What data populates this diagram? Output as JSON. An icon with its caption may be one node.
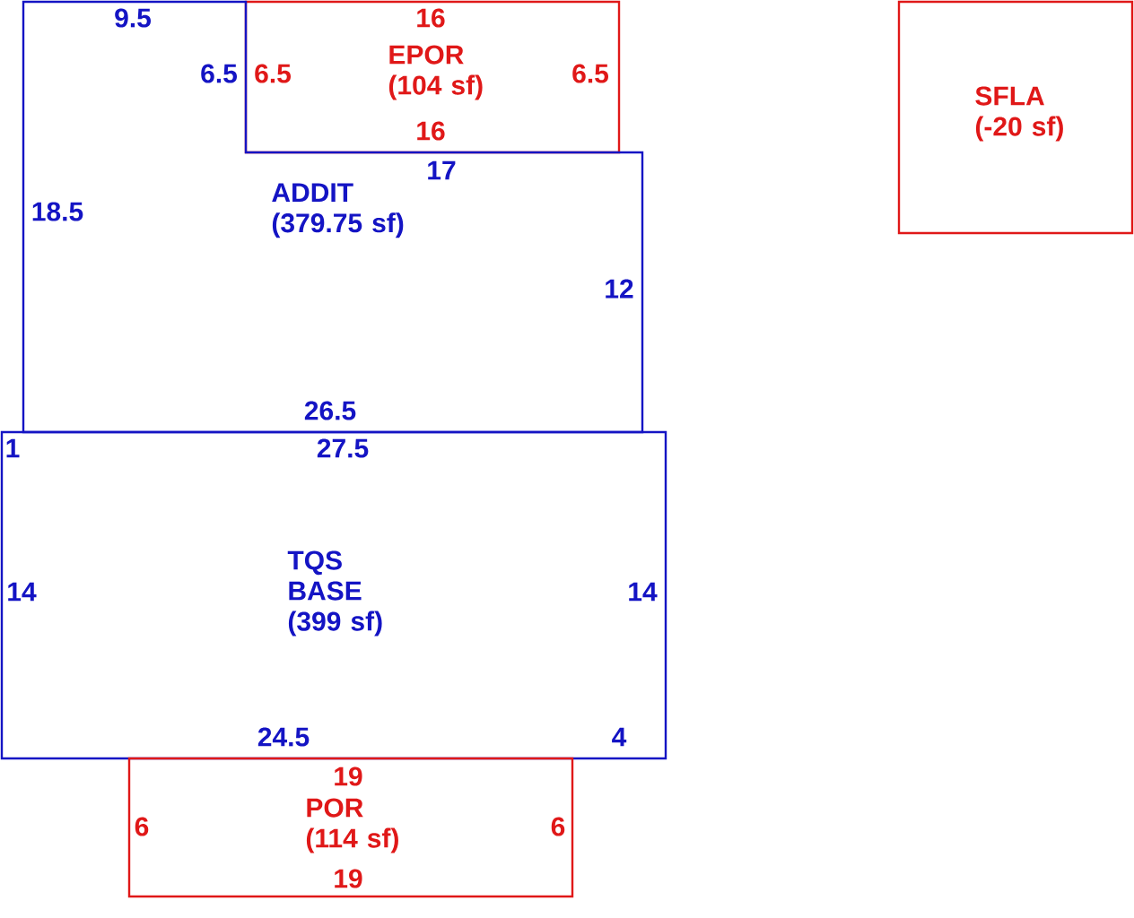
{
  "diagram": {
    "nodes": [
      {
        "text": [
          "EPOR",
          "(104 sf)"
        ]
      },
      {
        "text": [
          "ADDIT",
          "(379.75 sf)"
        ]
      },
      {
        "text": [
          "TQS BASE",
          "(399 sf)"
        ]
      },
      {
        "text": [
          "POR",
          "(114 sf)"
        ]
      },
      {
        "text": [
          "SFLA",
          "(-20 sf)"
        ]
      }
    ],
    "labels": [
      "9.5",
      "16",
      "6.5",
      "6.5",
      "6.5",
      "16",
      "17",
      "18.5",
      "12",
      "26.5",
      "1",
      "27.5",
      "14",
      "14",
      "24.5",
      "4",
      "19",
      "6",
      "6",
      "19"
    ]
  }
}
